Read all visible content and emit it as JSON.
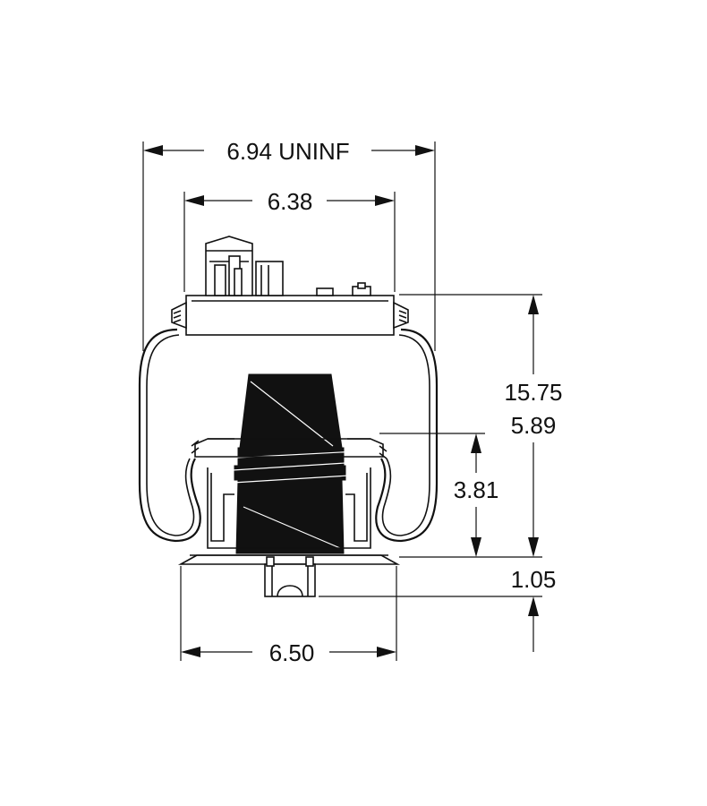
{
  "dimensions": {
    "overall_width_uninflated": "6.94 UNINF",
    "top_plate_width": "6.38",
    "piston_width": "6.50",
    "max_height": "15.75",
    "min_height": "5.89",
    "piston_height": "3.81",
    "stud_height": "1.05"
  },
  "colors": {
    "line": "#111111",
    "background": "#ffffff"
  }
}
